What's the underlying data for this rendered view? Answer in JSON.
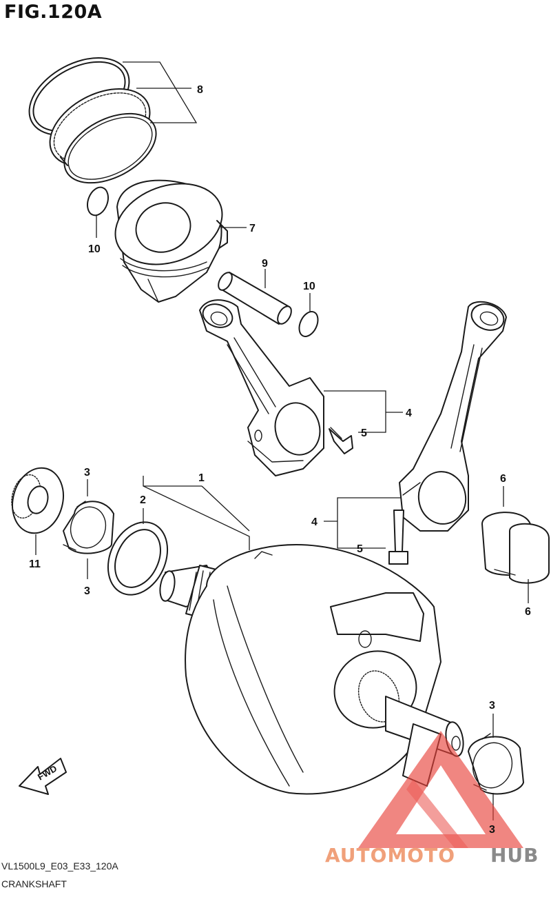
{
  "figure": {
    "title": "FIG.120A",
    "code": "VL1500L9_E03_E33_120A",
    "name": "CRANKSHAFT"
  },
  "callouts": [
    {
      "id": "c8",
      "label": "8"
    },
    {
      "id": "c7",
      "label": "7"
    },
    {
      "id": "c10a",
      "label": "10"
    },
    {
      "id": "c9",
      "label": "9"
    },
    {
      "id": "c10b",
      "label": "10"
    },
    {
      "id": "c4a",
      "label": "4"
    },
    {
      "id": "c5a",
      "label": "5"
    },
    {
      "id": "c3a",
      "label": "3"
    },
    {
      "id": "c1",
      "label": "1"
    },
    {
      "id": "c2",
      "label": "2"
    },
    {
      "id": "c6a",
      "label": "6"
    },
    {
      "id": "c4b",
      "label": "4"
    },
    {
      "id": "c5b",
      "label": "5"
    },
    {
      "id": "c11",
      "label": "11"
    },
    {
      "id": "c3b",
      "label": "3"
    },
    {
      "id": "c6b",
      "label": "6"
    },
    {
      "id": "c3c",
      "label": "3"
    },
    {
      "id": "c3d",
      "label": "3"
    }
  ],
  "fwd_arrow": {
    "label": "FWD"
  },
  "watermark": {
    "part1": "AUTOMOTO",
    "part2": "HUB",
    "color1": "#f0a07a",
    "color2": "#8a8a8a",
    "logo_color": "#e8413a"
  }
}
